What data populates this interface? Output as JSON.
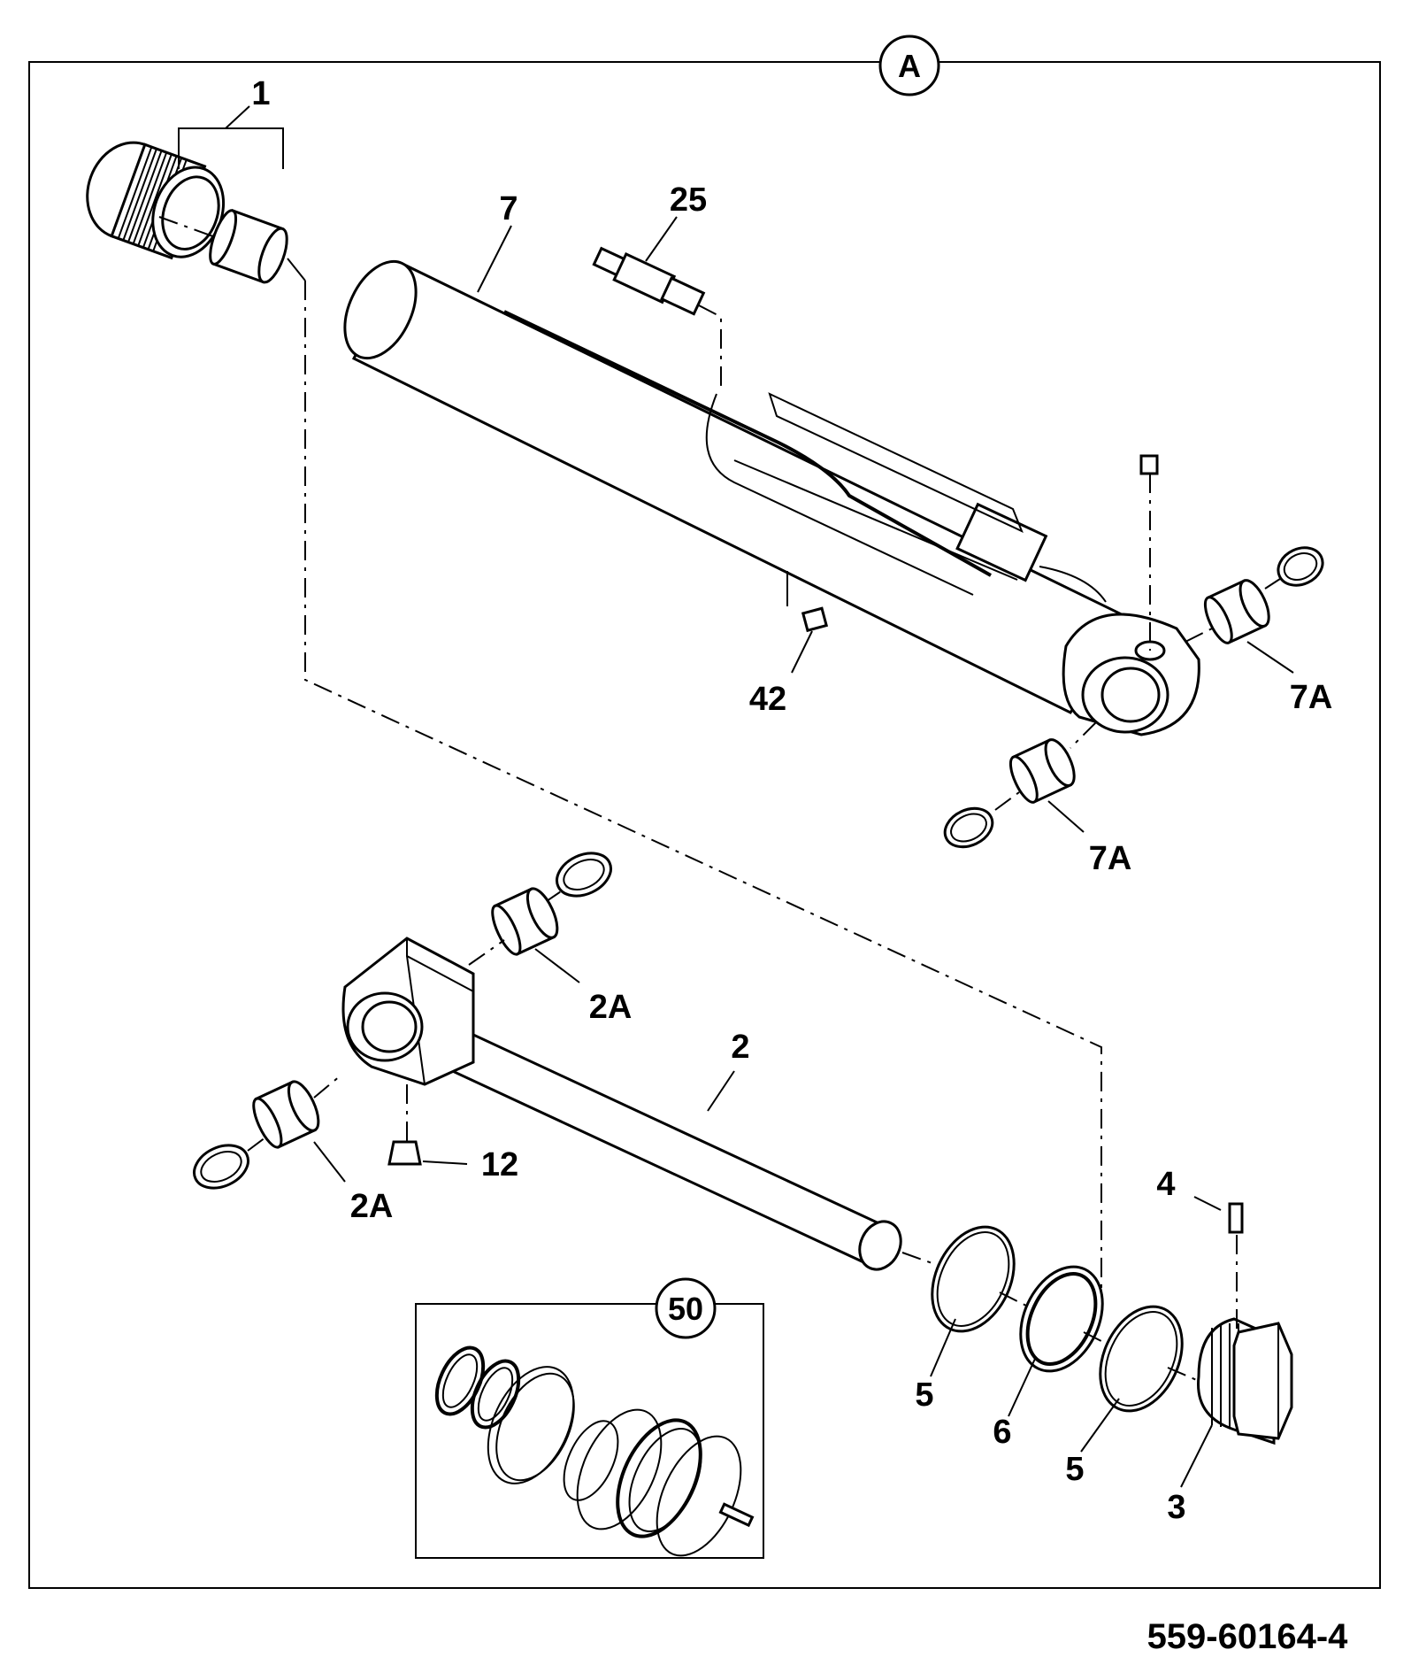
{
  "drawing_number": "559-60164-4",
  "view_marker": "A",
  "kit_marker": "50",
  "callouts": {
    "c1": "1",
    "c7": "7",
    "c25": "25",
    "c42": "42",
    "c7a_right": "7A",
    "c7a_lower": "7A",
    "c2": "2",
    "c2a_upper": "2A",
    "c2a_lower": "2A",
    "c12": "12",
    "c4": "4",
    "c5_left": "5",
    "c6": "6",
    "c5_right": "5",
    "c3": "3"
  }
}
